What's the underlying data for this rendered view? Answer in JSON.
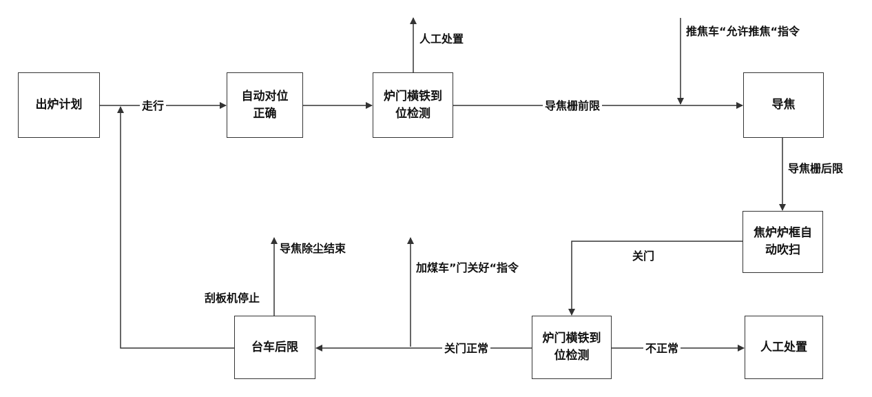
{
  "diagram": {
    "stroke_color": "#333333",
    "nodes": {
      "plan": [
        "出炉计划"
      ],
      "align": [
        "自动对位",
        "正确"
      ],
      "check_top": [
        "炉门横铁到",
        "位检测"
      ],
      "guide": [
        "导焦"
      ],
      "sweep": [
        "焦炉炉框自",
        "动吹扫"
      ],
      "check_bottom": [
        "炉门横铁到",
        "位检测"
      ],
      "manual_right": [
        "人工处置"
      ],
      "rear": [
        "台车后限"
      ]
    },
    "edges": {
      "walk": "走行",
      "manual_top": "人工处置",
      "push_cmd": "推焦车“允许推焦“指令",
      "grid_front": "导焦栅前限",
      "grid_rear": "导焦栅后限",
      "close_door": "关门",
      "close_ok": "关门正常",
      "abnormal": "不正常",
      "coal_cmd": "加煤车”门关好“指令",
      "dust_end": "导焦除尘结束",
      "scraper_stop": "刮板机停止"
    }
  }
}
